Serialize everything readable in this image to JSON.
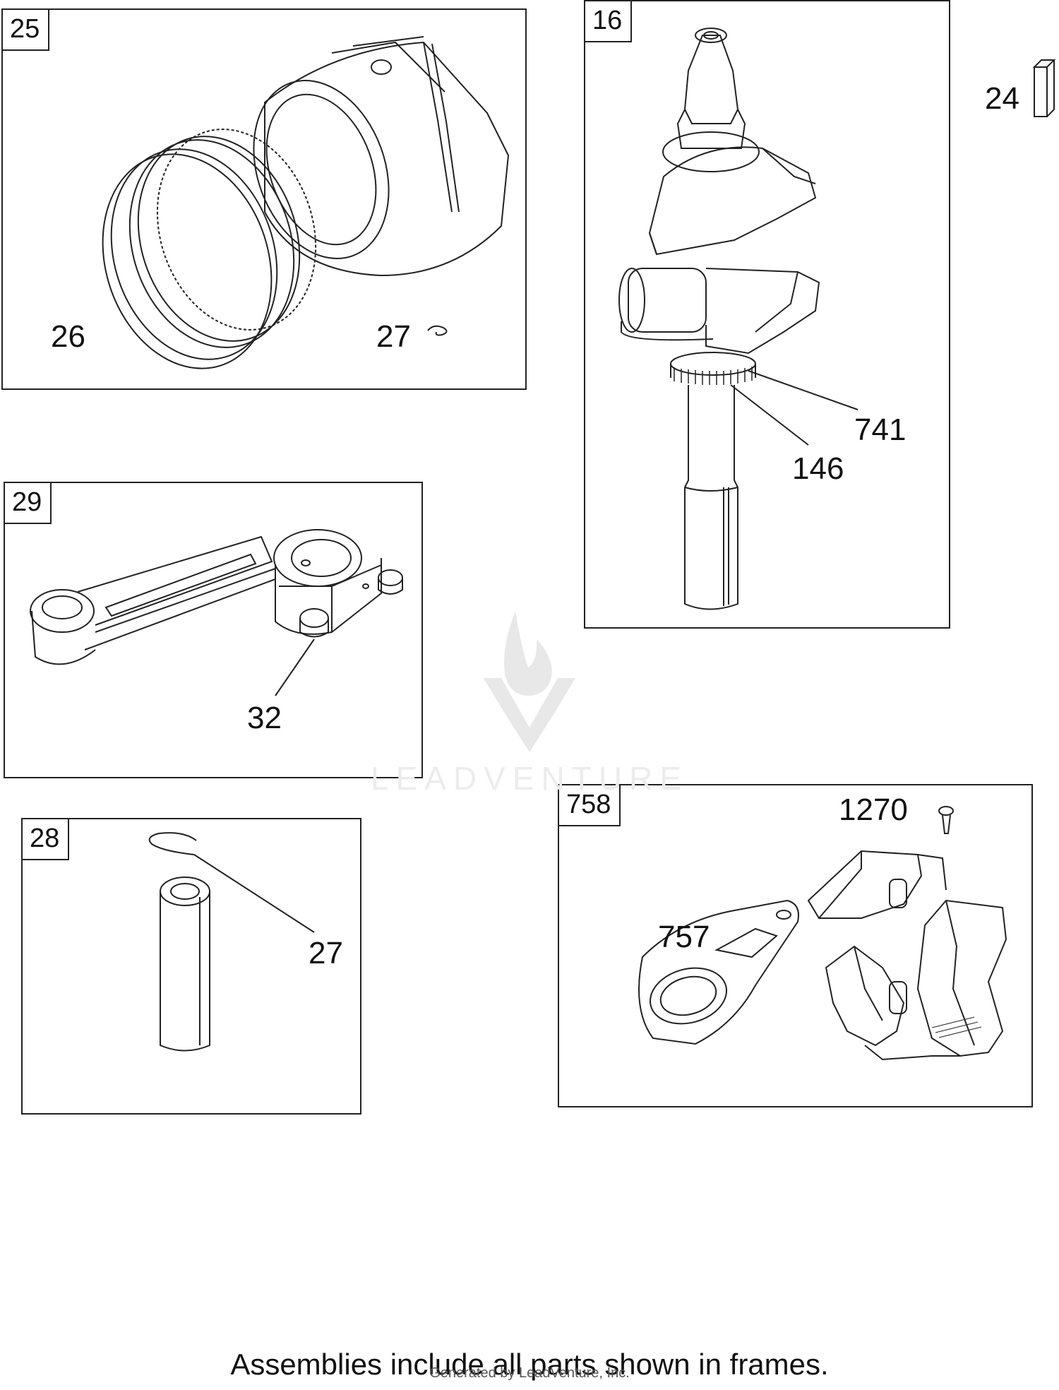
{
  "frames": [
    {
      "id": "frame-25",
      "tag": "25",
      "callouts": [
        "26",
        "27"
      ]
    },
    {
      "id": "frame-16",
      "tag": "16",
      "callouts": [
        "741",
        "146"
      ]
    },
    {
      "id": "frame-29",
      "tag": "29",
      "callouts": [
        "32"
      ]
    },
    {
      "id": "frame-28",
      "tag": "28",
      "callouts": [
        "27"
      ]
    },
    {
      "id": "frame-758",
      "tag": "758",
      "callouts": [
        "1270",
        "757"
      ]
    }
  ],
  "loose_parts": {
    "key_24": "24"
  },
  "watermark": {
    "brand": "LEADVENTURE"
  },
  "footer": {
    "note": "Assemblies include all parts shown in frames.",
    "credit": "Generated by LeadVenture, Inc."
  }
}
